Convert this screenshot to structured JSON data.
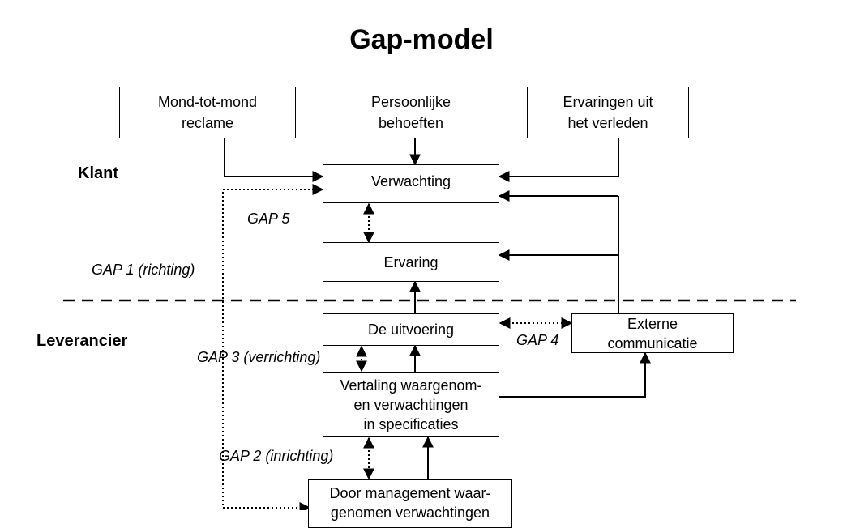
{
  "title": "Gap-model",
  "sections": {
    "klant": "Klant",
    "leverancier": "Leverancier"
  },
  "boxes": {
    "mond_tot_mond": "Mond-tot-mond\nreclame",
    "persoonlijke_behoeften": "Persoonlijke\nbehoeften",
    "ervaringen_verleden": "Ervaringen uit\nhet verleden",
    "verwachting": "Verwachting",
    "ervaring": "Ervaring",
    "uitvoering": "De uitvoering",
    "externe_communicatie": "Externe\ncommunicatie",
    "vertaling": "Vertaling waargenom-\nen verwachtingen\nin specificaties",
    "management": "Door management waar-\ngenomen verwachtingen"
  },
  "gaps": {
    "gap5": "GAP 5",
    "gap1": "GAP 1 (richting)",
    "gap4": "GAP 4",
    "gap3": "GAP 3 (verrichting)",
    "gap2": "GAP 2 (inrichting)"
  }
}
